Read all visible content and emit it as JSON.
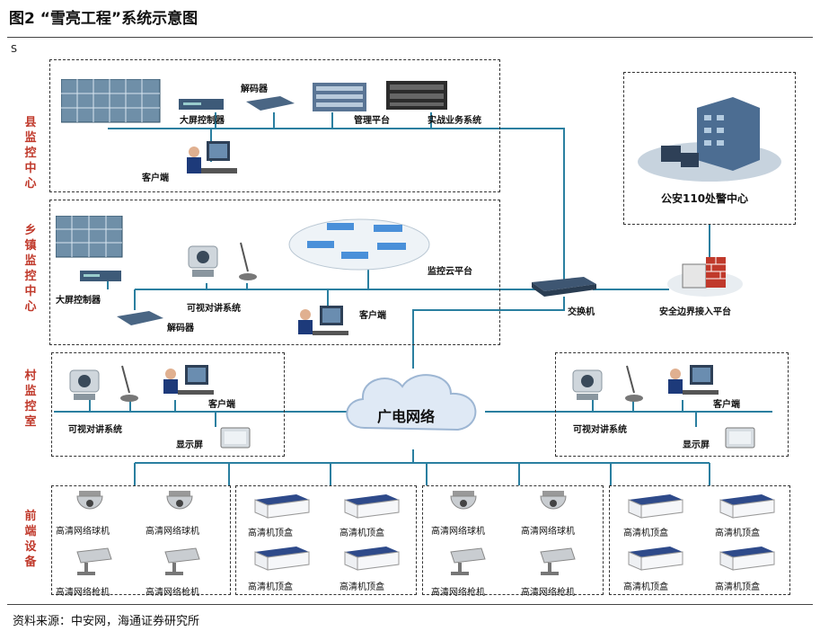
{
  "header": {
    "title": "图2 “雪亮工程”系统示意图",
    "subtitle": "S"
  },
  "footer": {
    "source": "资料来源：中安网，海通证券研究所"
  },
  "side_labels": {
    "county": "县监控中心",
    "town": "乡镇监控中心",
    "village": "村监控室",
    "front": "前端设备"
  },
  "county": {
    "big_screen_ctrl": "大屏控制器",
    "decoder": "解码器",
    "mgmt_platform": "管理平台",
    "business_sys": "实战业务系统",
    "client": "客户端"
  },
  "town": {
    "big_screen_ctrl": "大屏控制器",
    "decoder": "解码器",
    "intercom": "可视对讲系统",
    "client": "客户端",
    "cloud": "监控云平台"
  },
  "police": {
    "label": "公安110处警中心"
  },
  "switch": {
    "label": "交换机"
  },
  "security": {
    "label": "安全边界接入平台"
  },
  "network": {
    "label": "广电网络"
  },
  "village_left": {
    "client": "客户端",
    "intercom": "可视对讲系统",
    "display": "显示屏"
  },
  "village_right": {
    "client": "客户端",
    "intercom": "可视对讲系统",
    "display": "显示屏"
  },
  "front": {
    "dome": "高清网络球机",
    "bullet": "高清网络枪机",
    "stb": "高清机顶盒"
  }
}
